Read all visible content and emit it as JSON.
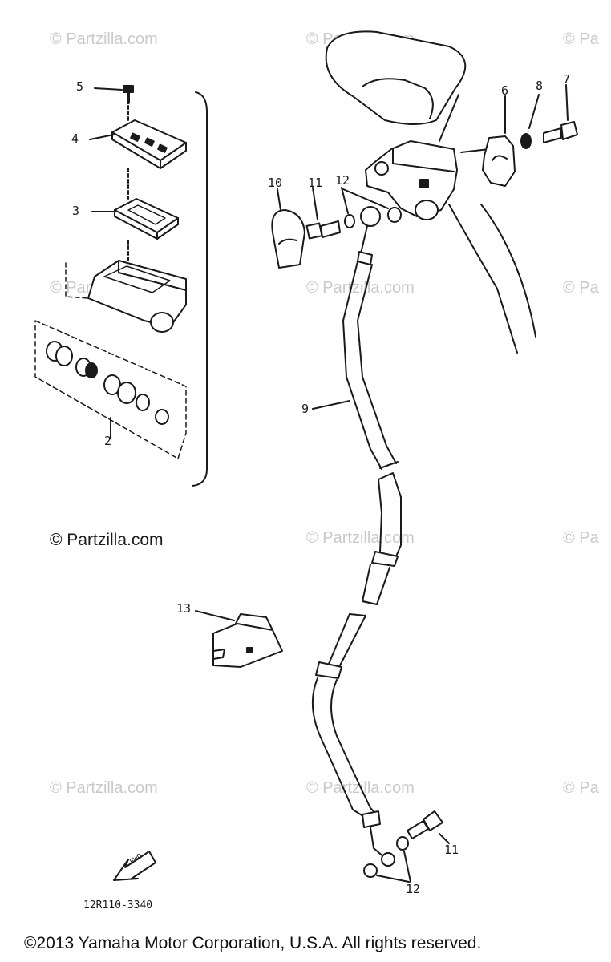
{
  "watermark_text": "© Partzilla.com",
  "watermark_partial": "© Pa",
  "primary_watermark": "© Partzilla.com",
  "callouts": {
    "c2": "2",
    "c3": "3",
    "c4": "4",
    "c5": "5",
    "c6": "6",
    "c7": "7",
    "c8": "8",
    "c9": "9",
    "c10": "10",
    "c11a": "11",
    "c11b": "11",
    "c12a": "12",
    "c12b": "12",
    "c13": "13"
  },
  "fwd_label": "FWD",
  "diagram_code": "12R110-3340",
  "copyright": "©2013 Yamaha Motor Corporation, U.S.A. All rights reserved.",
  "colors": {
    "ink": "#1a1a1a",
    "watermark": "#c9c9c9",
    "background": "#ffffff"
  }
}
